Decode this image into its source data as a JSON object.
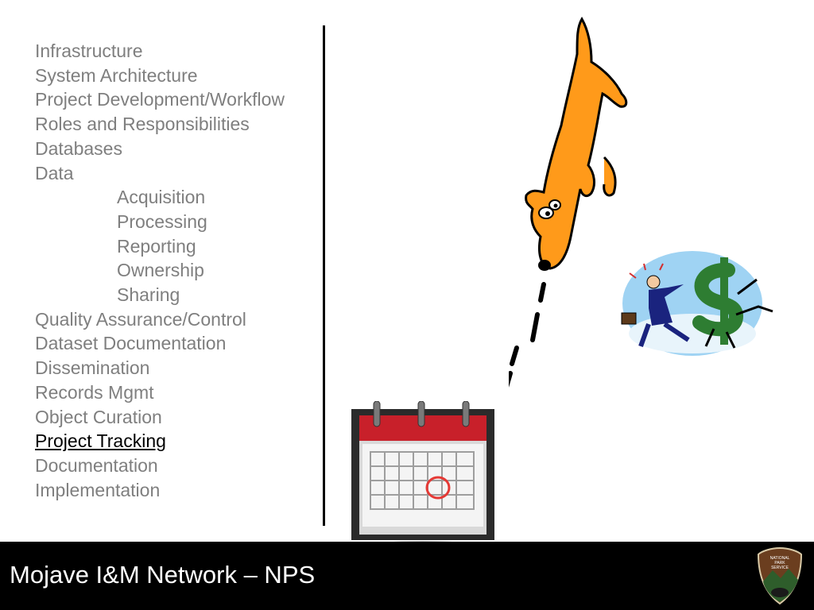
{
  "outline": {
    "items": [
      {
        "label": "Infrastructure",
        "level": 0
      },
      {
        "label": "System Architecture",
        "level": 0
      },
      {
        "label": "Project Development/Workflow",
        "level": 0
      },
      {
        "label": "Roles and Responsibilities",
        "level": 0
      },
      {
        "label": "Databases",
        "level": 0
      },
      {
        "label": "Data",
        "level": 0
      },
      {
        "label": "Acquisition",
        "level": 1
      },
      {
        "label": "Processing",
        "level": 1
      },
      {
        "label": "Reporting",
        "level": 1
      },
      {
        "label": "Ownership",
        "level": 1
      },
      {
        "label": "Sharing",
        "level": 1
      },
      {
        "label": "Quality Assurance/Control",
        "level": 0
      },
      {
        "label": "Dataset Documentation",
        "level": 0
      },
      {
        "label": "Dissemination",
        "level": 0
      },
      {
        "label": "Records Mgmt",
        "level": 0
      },
      {
        "label": "Object Curation",
        "level": 0
      },
      {
        "label": "Project Tracking",
        "level": 0,
        "active": true
      },
      {
        "label": "Documentation",
        "level": 0
      },
      {
        "label": "Implementation",
        "level": 0
      }
    ]
  },
  "footer": {
    "title": "Mojave I&M Network – NPS",
    "logo_text": [
      "NATIONAL",
      "PARK",
      "SERVICE"
    ]
  },
  "colors": {
    "inactive_text": "#7f7f7f",
    "active_text": "#000000",
    "footer_bg": "#000000",
    "dog": "#ff9a1a",
    "calendar_header": "#c8202a",
    "dollar": "#2e7d32"
  },
  "icons": [
    "dog-clipart-icon",
    "calendar-icon",
    "businesswoman-chasing-dollar-icon",
    "nps-arrowhead-logo-icon"
  ]
}
